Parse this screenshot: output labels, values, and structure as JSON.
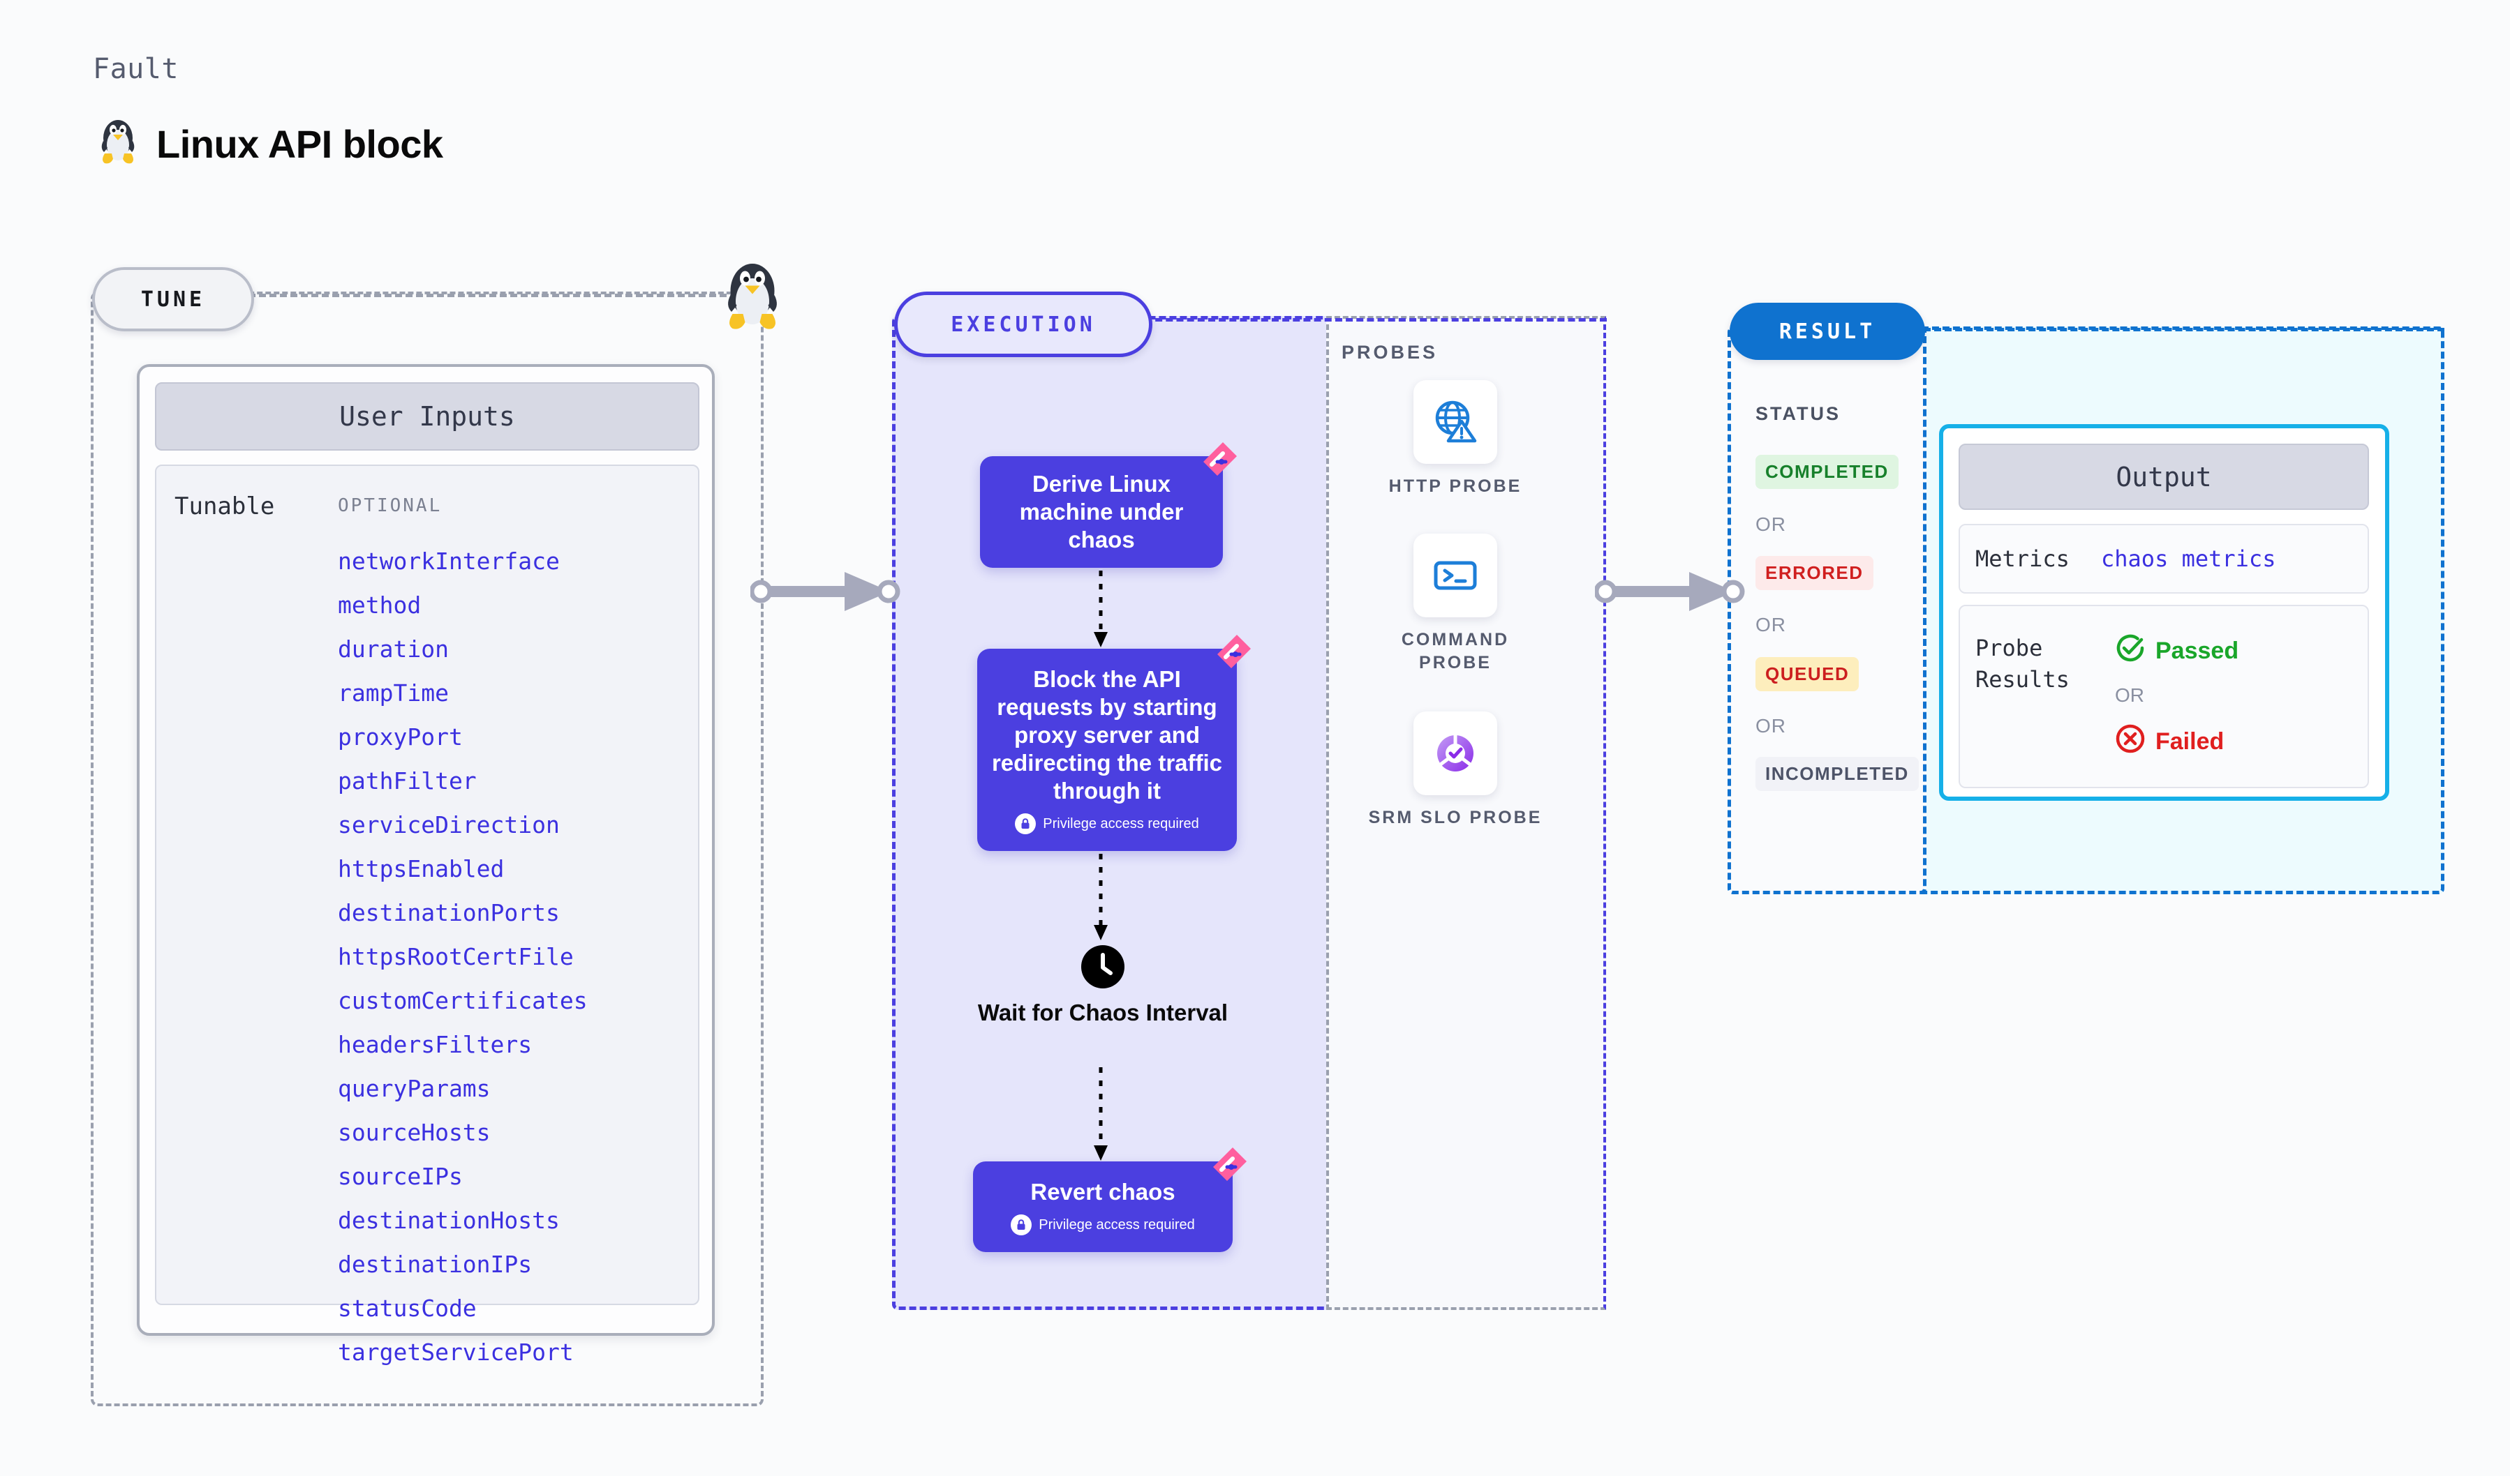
{
  "header": {
    "eyebrow": "Fault",
    "title": "Linux API block",
    "icon": "tux-penguin-icon"
  },
  "tune": {
    "pill_label": "TUNE",
    "card_title": "User Inputs",
    "tunable_label": "Tunable",
    "optional_label": "OPTIONAL",
    "parameters": [
      "networkInterface",
      "method",
      "duration",
      "rampTime",
      "proxyPort",
      "pathFilter",
      "serviceDirection",
      "httpsEnabled",
      "destinationPorts",
      "httpsRootCertFile",
      "customCertificates",
      "headersFilters",
      "queryParams",
      "sourceHosts",
      "sourceIPs",
      "destinationHosts",
      "destinationIPs",
      "statusCode",
      "targetServicePort"
    ]
  },
  "execution": {
    "pill_label": "EXECUTION",
    "nodes": [
      {
        "text": "Derive Linux machine under chaos",
        "privilege": null
      },
      {
        "text": "Block the API requests by starting proxy server and redirecting the traffic through it",
        "privilege": "Privilege access required"
      },
      {
        "text": "Revert chaos",
        "privilege": "Privilege access required"
      }
    ],
    "wait_node": {
      "label": "Wait for Chaos Interval",
      "icon": "clock-icon"
    }
  },
  "probes": {
    "title": "PROBES",
    "items": [
      {
        "label": "HTTP PROBE",
        "icon": "globe-warning-icon"
      },
      {
        "label": "COMMAND PROBE",
        "icon": "terminal-icon"
      },
      {
        "label": "SRM SLO PROBE",
        "icon": "slo-donut-check-icon"
      }
    ]
  },
  "result": {
    "pill_label": "RESULT",
    "status_title": "STATUS",
    "or_label": "OR",
    "statuses": [
      {
        "label": "COMPLETED",
        "bg": "#dff5e1",
        "fg": "#17802b"
      },
      {
        "label": "ERRORED",
        "bg": "#fdeaea",
        "fg": "#d01f1f"
      },
      {
        "label": "QUEUED",
        "bg": "#fdeebd",
        "fg": "#cc1f1f"
      },
      {
        "label": "INCOMPLETED",
        "bg": "#f1f2f7",
        "fg": "#4d5368"
      }
    ]
  },
  "output": {
    "title": "Output",
    "metrics_label": "Metrics",
    "metrics_value": "chaos metrics",
    "probe_results_label": "Probe Results",
    "passed_label": "Passed",
    "failed_label": "Failed",
    "or_label": "OR"
  },
  "colors": {
    "indigo": "#4b3fe0",
    "blue": "#0f72cf",
    "cyan": "#16b0e8",
    "pink": "#ff5f9e",
    "green": "#1aa62a",
    "red": "#e01f1f",
    "gray": "#9aa0ae"
  }
}
